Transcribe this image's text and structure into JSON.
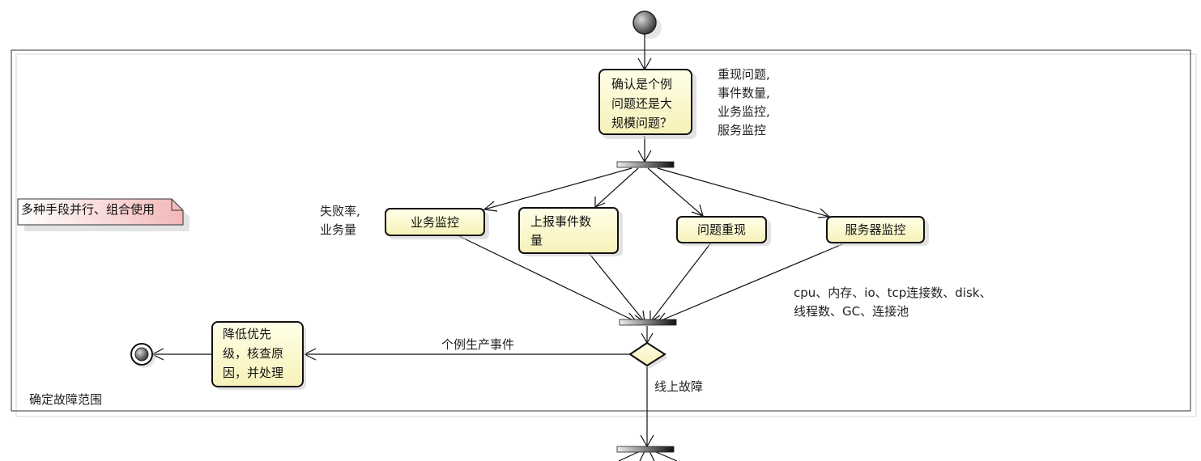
{
  "partition": {
    "label": "确定故障范围"
  },
  "note": {
    "text": "多种手段并行、组合使用"
  },
  "nodes": {
    "confirm": [
      "确认是个例",
      "问题还是大",
      "规模问题？"
    ],
    "biz_monitor": [
      "业务监控"
    ],
    "report_events": [
      "上报事件数",
      "量"
    ],
    "reproduce": [
      "问题重现"
    ],
    "server_monitor": [
      "服务器监控"
    ],
    "lower_priority": [
      "降低优先",
      "级，核查原",
      "因，并处理"
    ]
  },
  "annotations": {
    "confirm_methods": [
      "重现问题,",
      "事件数量,",
      "业务监控,",
      "服务监控"
    ],
    "biz_metrics": [
      "失败率,",
      "业务量"
    ],
    "server_metrics": [
      "cpu、内存、io、tcp连接数、disk、",
      "线程数、GC、连接池"
    ]
  },
  "edges": {
    "individual": "个例生产事件",
    "online_fault": "线上故障"
  },
  "colors": {
    "node_fill": "#fefed6",
    "node_stroke": "#111111",
    "note_fill": "#f8c9c9",
    "bar_dark": "#222222"
  }
}
